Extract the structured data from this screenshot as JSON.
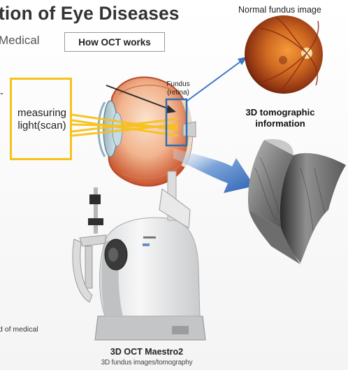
{
  "title": {
    "text": "tion of Eye Diseases"
  },
  "subtitle": "Medical",
  "how_button_label": "How OCT works",
  "left_dash": "-",
  "measuring_box": {
    "line1": "measuring",
    "line2": "light(scan)"
  },
  "fundus_label": {
    "line1": "Fundus",
    "line2": "(retina)"
  },
  "normal_fundus_label": "Normal fundus image",
  "tomographic_label": {
    "line1": "3D tomographic",
    "line2": "information"
  },
  "device": {
    "name": "3D OCT Maestro2",
    "description": "3D fundus images/tomography"
  },
  "bottom_note": "d of medical",
  "colors": {
    "accent_yellow": "#f7c21a",
    "retina_box_blue": "#2f6db5",
    "arrow_blue": "#3d78c8"
  }
}
